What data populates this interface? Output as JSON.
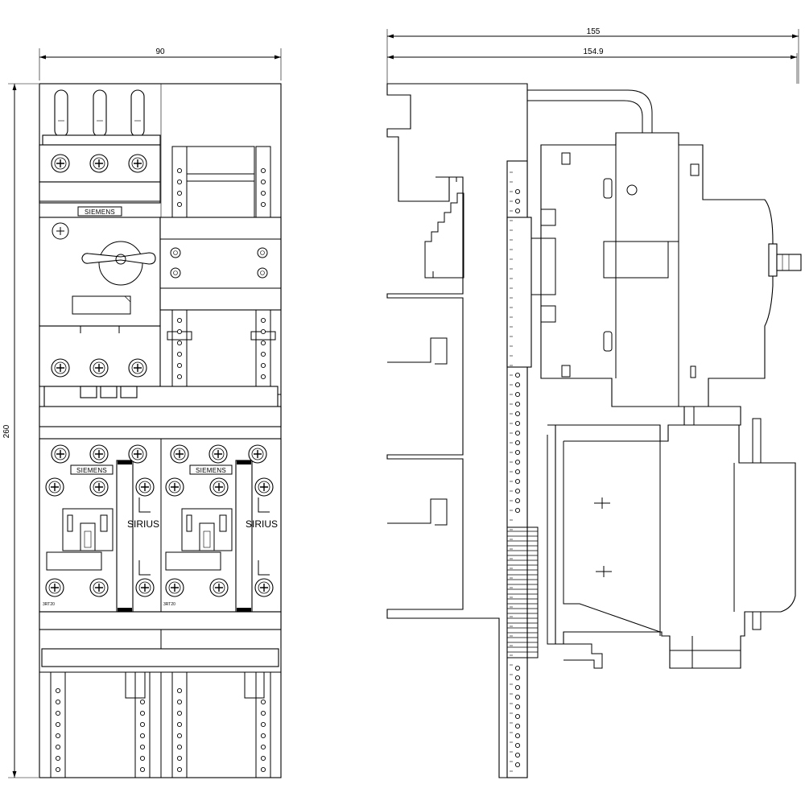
{
  "dimensions": {
    "front_width": "90",
    "front_height": "260",
    "side_total": "155",
    "side_inner": "154.9"
  },
  "labels": {
    "brand_breaker": "SIEMENS",
    "brand_contactor_left": "SIEMENS",
    "brand_contactor_right": "SIEMENS",
    "series_left": "SIRIUS",
    "series_right": "SIRIUS",
    "model_left": "3RT20",
    "model_right": "3RT20"
  }
}
